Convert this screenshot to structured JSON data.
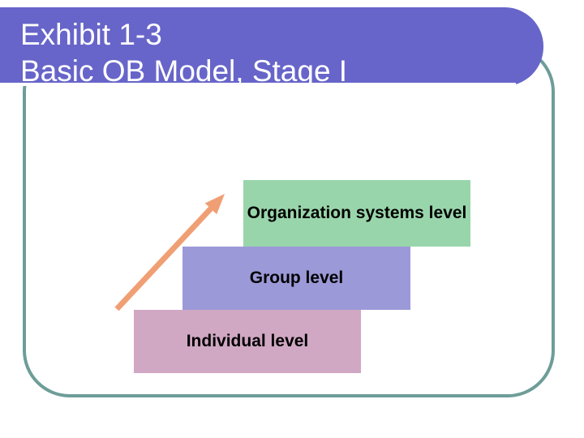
{
  "slide": {
    "header": {
      "title_line1": "Exhibit 1-3",
      "title_line2": "Basic OB Model, Stage I",
      "background_color": "#6765C9",
      "text_color": "#FFFFFF"
    },
    "diagram": {
      "levels": [
        {
          "label": "Organization systems level",
          "color": "#99D5AB"
        },
        {
          "label": "Group level",
          "color": "#9C99D8"
        },
        {
          "label": "Individual level",
          "color": "#D0A8C3"
        }
      ],
      "arrow": {
        "name": "upward-trend-arrow",
        "direction": "up-right",
        "color": "#F09F74"
      }
    },
    "frame": {
      "border_color": "#6E9D98"
    }
  }
}
